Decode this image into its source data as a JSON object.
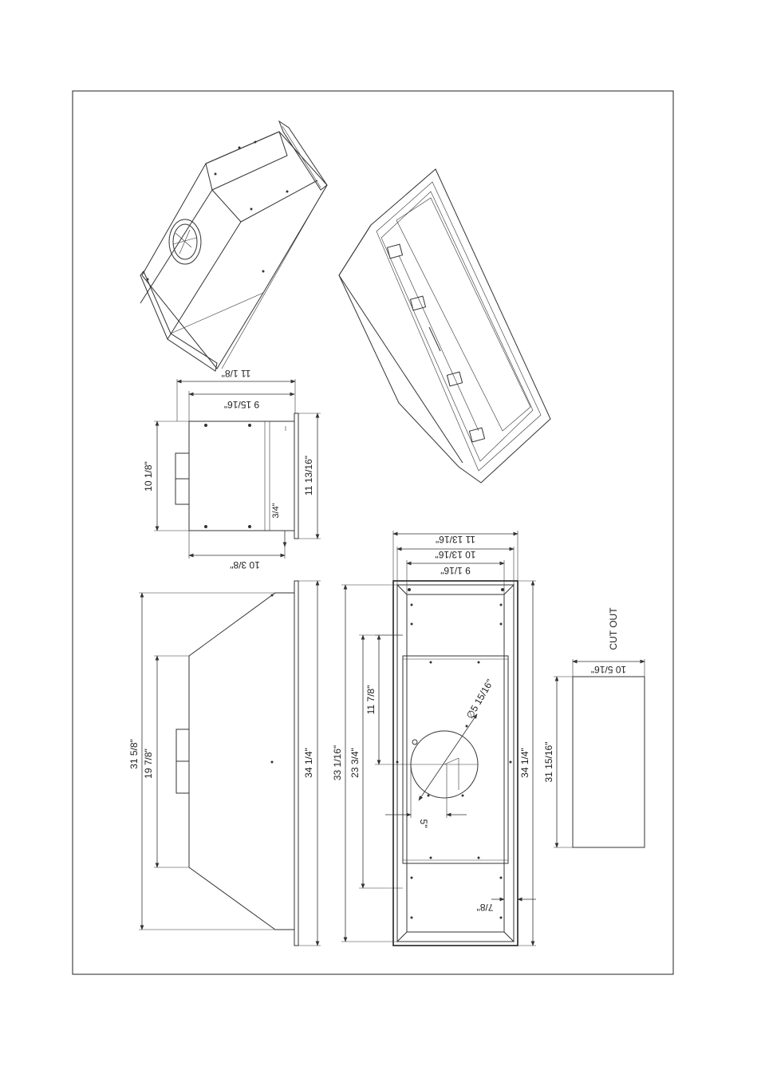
{
  "drawing": {
    "labels": {
      "hood_width": "11 1/8\"",
      "hood_inner_width": "9 15/16\"",
      "hood_height": "10 1/8\"",
      "hood_side_height": "11 13/16\"",
      "flange_depth": "3/4\"",
      "side_width": "10 3/8\"",
      "overall_length": "31 5/8\"",
      "slope_length": "19 7/8\"",
      "total_length_side": "34 1/4\"",
      "front_width_outer": "11 13/16\"",
      "front_width_mid": "10 13/16\"",
      "front_width_inner": "9 1/16\"",
      "front_length_inner": "33 1/16\"",
      "front_length_mid": "23 3/4\"",
      "duct_offset": "11 7/8\"",
      "duct_diameter": "∅5 15/16\"",
      "duct_setback": "5\"",
      "total_length_front": "34 1/4\"",
      "frame_margin": "7/8\"",
      "cutout_title": "CUT OUT",
      "cutout_width": "10 5/16\"",
      "cutout_length": "31 15/16\""
    }
  }
}
